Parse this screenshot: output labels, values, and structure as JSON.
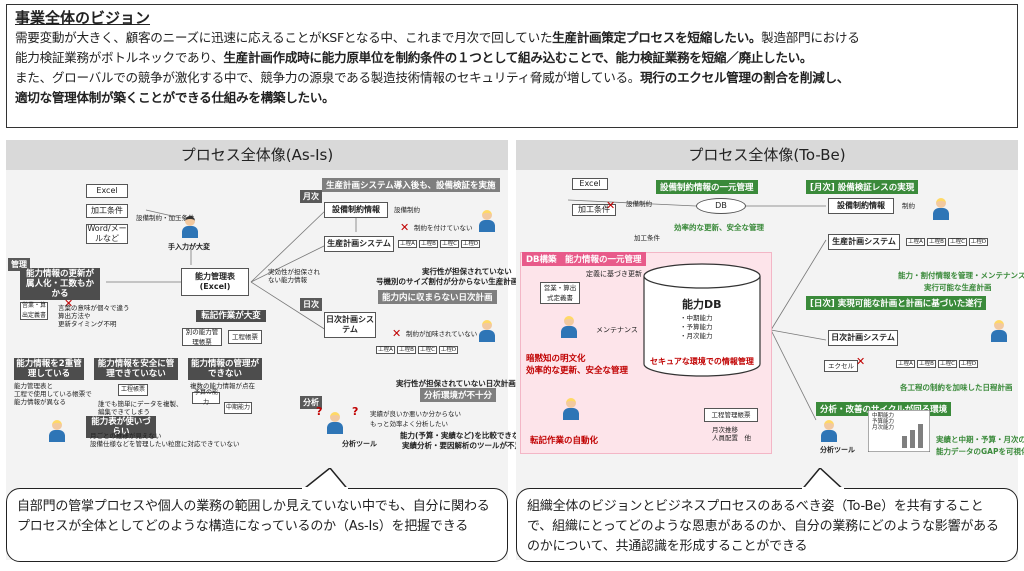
{
  "vision": {
    "title": "事業全体のビジョン",
    "line1_a": "需要変動が大きく、顧客のニーズに迅速に応えることがKSFとなる中、これまで月次で回していた",
    "line1_b": "生産計画策定プロセスを短縮したい。",
    "line1_c": "製造部門における",
    "line2_a": "能力検証業務がボトルネックであり、",
    "line2_b": "生産計画作成時に能力原単位を制約条件の１つとして組み込むことで、能力検証業務を短縮／廃止したい。",
    "line3_a": "また、グローバルでの競争が激化する中で、競争力の源泉である製造技術情報のセキュリティ脅威が増している。",
    "line3_b": "現行のエクセル管理の割合を削減し、",
    "line4": "適切な管理体制が築くことができる仕組みを構築したい。"
  },
  "asis": {
    "header": "プロセス全体像(As-Is)",
    "docs": [
      "Excel",
      "加工条件",
      "Word/メールなど"
    ],
    "input_note": "設備制約・加工条件",
    "busy_label": "手入力が大変",
    "kanri_tag": "管理",
    "issue_personal": "能力情報の更新が属人化・工数もかかる",
    "personal_bullets": "言葉の意味が個々で違う\n算出方法や\n更新タイミング不明",
    "hardcopy": "営業・算出定義書",
    "ledger": "能力管理表\n(Excel)",
    "transfer_head": "転記作業が大変",
    "transfer_boxes": [
      "別の能力管理帳票",
      "工程帳票"
    ],
    "issue_dual": "能力情報を2重管理している",
    "dual_note": "能力管理表と\n工程で使用している帳票で\n能力情報が異なる",
    "issue_secure": "能力情報を安全に管理できていない",
    "secure_box": "工程帳票",
    "secure_note": "誰でも簡単にデータを複製、\n編集できてしまう",
    "issue_cannot": "能力情報の管理ができない",
    "cannot_note": "複数の能力情報が点在",
    "cannot_boxes": [
      "予算の能力",
      "中期能力"
    ],
    "issue_hard": "能力表が使いづらい",
    "hard_note": "月ごとの推移が見えない\n設備仕様などを管理したい粒度に対応できていない",
    "mid_note": "実効性が担保されない能力情報",
    "monthly_tag": "月次",
    "monthly_banner": "生産計画システム導入後も、設備検証を実施",
    "equip_box": "設備制約情報",
    "prod_box": "生産計画システム",
    "equip_in": "設備制約",
    "equip_note": "制約を付けていない",
    "flows": [
      "工程A",
      "工程B",
      "工程C",
      "工程D"
    ],
    "monthly_red1": "実行性が担保されていない",
    "monthly_red2": "号機別のサイズ割付が分からない生産計画",
    "monthly_bottom": "能力内に収まらない日次計画",
    "daily_tag": "日次",
    "daily_box": "日次計画システム",
    "daily_note": "制約が加味されていない",
    "daily_red": "実行性が担保されていない日次計画",
    "analysis_tag": "分析",
    "analysis_head": "分析環境が不十分",
    "analysis_tool": "分析ツール",
    "analysis_note1": "実績が良いか悪いか分からない",
    "analysis_note2": "もっと効率よく分析したい",
    "analysis_red1": "能力(予算・実績など)を比較できない",
    "analysis_red2": "実績分析・要因解析のツールが不足",
    "bubble": "自部門の管掌プロセスや個人の業務の範囲しか見えていない中でも、自分に関わるプロセスが全体としてどのような構造になっているのか（As-Is）を把握できる"
  },
  "tobe": {
    "header": "プロセス全体像(To-Be)",
    "docs": [
      "Excel",
      "加工条件"
    ],
    "input_note1": "設備制約",
    "input_note2": "加工条件",
    "top_head": "設備制約情報の一元管理",
    "db_small": "DB",
    "top_note": "効率的な更新、安全な管理",
    "dbk_head": "DB構築　能力情報の一元管理",
    "define_note": "定義に基づき更新",
    "spec_box": "営業・算出式定義書",
    "maint": "メンテナンス",
    "pink_red1": "暗黙知の明文化",
    "pink_red2": "効率的な更新、安全な管理",
    "db_title": "能力DB",
    "db_items": [
      "・中期能力",
      "・予算能力",
      "・月次能力"
    ],
    "db_red": "セキュアな環境での情報管理",
    "ledger_box": "工程管理帳票",
    "ledger_note": "月次推移\n人員配置　他",
    "auto_red": "転記作業の自動化",
    "monthly_head": "[月次] 設備検証レスの実現",
    "equip_box": "設備制約情報",
    "equip_in": "制約",
    "prod_box": "生産計画システム",
    "flows": [
      "工程A",
      "工程B",
      "工程C",
      "工程D"
    ],
    "monthly_green1": "能力・割付情報を管理・メンテナンス",
    "monthly_green2": "実行可能な生産計画",
    "daily_head": "[日次] 実現可能な計画と計画に基づいた遂行",
    "daily_box": "日次計画システム",
    "excel_tag": "エクセル",
    "daily_green": "各工程の制約を加味した日程計画",
    "analysis_head": "分析・改善のサイクルが回る環境",
    "analysis_tool": "分析ツール",
    "chart_labels": "中期能力\n予算能力\n月次能力",
    "analysis_green1": "実績と中期・予算・月次の",
    "analysis_green2": "能力データのGAPを可視化",
    "bubble": "組織全体のビジョンとビジネスプロセスのあるべき姿（To-Be）を共有することで、組織にとってどのような恩恵があるのか、自分の業務にどのような影響があるのかについて、共通認識を形成することができる"
  },
  "colors": {
    "green": "#3a8a3a",
    "red": "#c00000",
    "pink": "#fde4ea",
    "grey": "#d9d9d9"
  }
}
